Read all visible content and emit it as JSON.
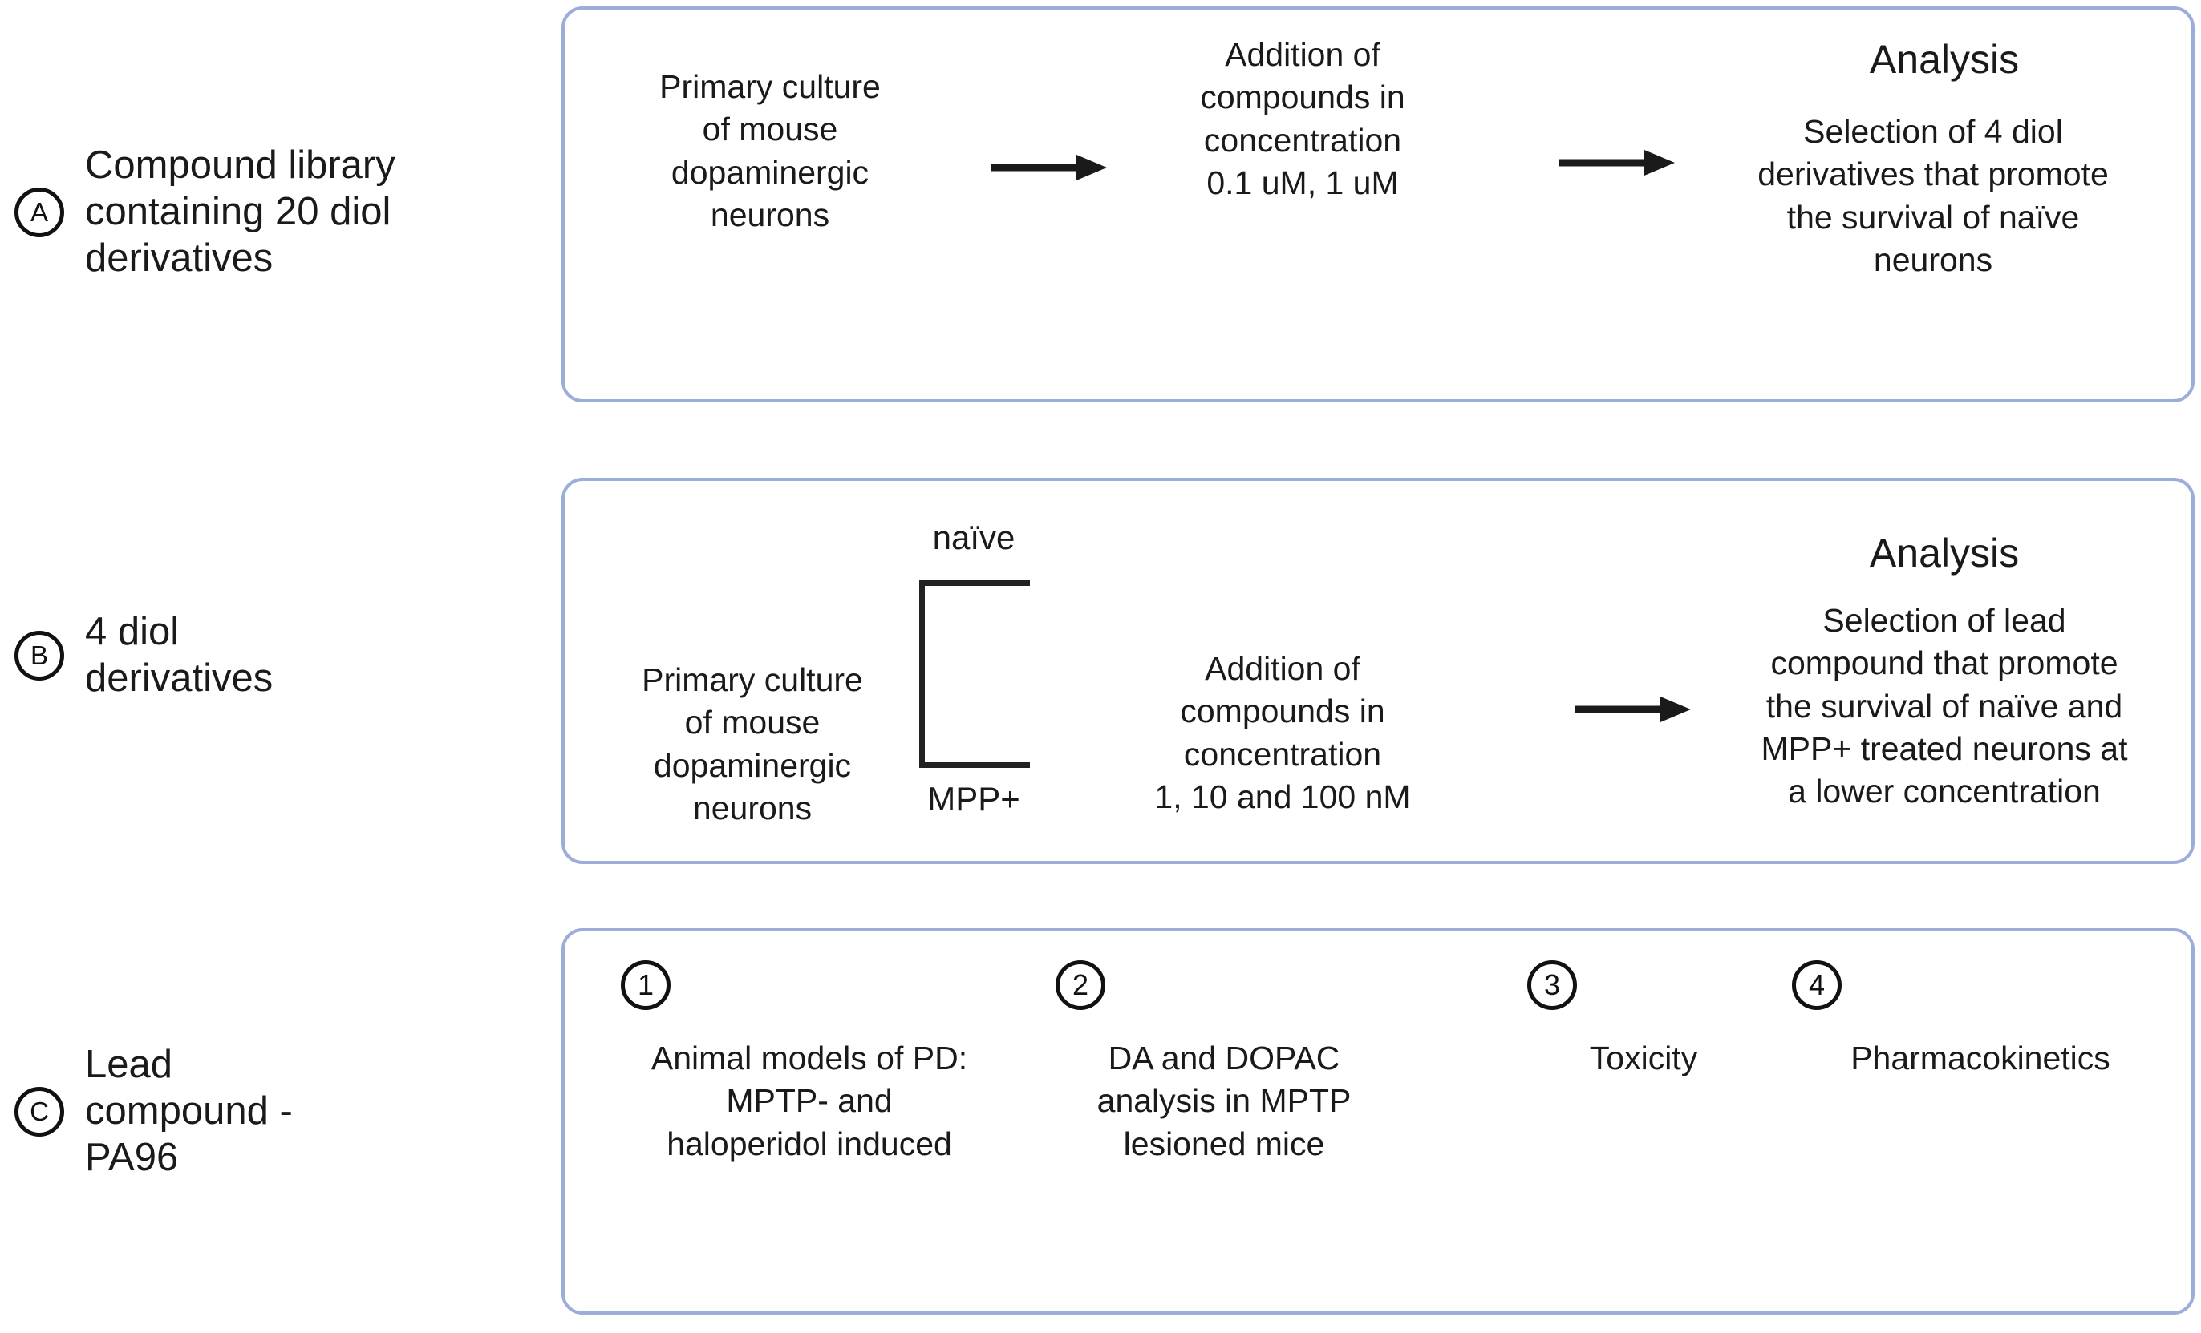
{
  "figure": {
    "border_color": "#9badd9",
    "text_color": "#1a1a1a",
    "arrow_color": "#1a1a1a"
  },
  "rows": [
    {
      "badge": "A",
      "label": "Compound library\ncontaining 20 diol\nderivatives",
      "steps": [
        {
          "text": "Primary culture\nof mouse\ndopaminergic\nneurons"
        },
        {
          "text": "Addition of\ncompounds in\nconcentration\n0.1 uM, 1 uM"
        }
      ],
      "analysis": {
        "heading": "Analysis",
        "body": "Selection of 4 diol\nderivatives that promote\nthe survival of naïve\nneurons"
      },
      "arrows": [
        {
          "name": "arrow-a-1"
        },
        {
          "name": "arrow-a-2"
        }
      ]
    },
    {
      "badge": "B",
      "label": "4 diol\nderivatives",
      "steps": [
        {
          "text": "Primary culture\nof mouse\ndopaminergic\nneurons"
        },
        {
          "text": "Addition of\ncompounds in\nconcentration\n1, 10 and 100 nM"
        }
      ],
      "bracket": {
        "top_label": "naïve",
        "bottom_label": "MPP+"
      },
      "analysis": {
        "heading": "Analysis",
        "body": "Selection of lead\ncompound that promote\nthe survival of naïve and\nMPP+ treated neurons at\na lower concentration"
      },
      "arrows": [
        {
          "name": "arrow-b-1"
        }
      ]
    },
    {
      "badge": "C",
      "label": "Lead\ncompound -\nPA96",
      "numbered_steps": [
        {
          "number": "1",
          "text": "Animal models of PD:\nMPTP- and\nhaloperidol induced"
        },
        {
          "number": "2",
          "text": "DA and DOPAC\nanalysis in MPTP\nlesioned mice"
        },
        {
          "number": "3",
          "text": "Toxicity"
        },
        {
          "number": "4",
          "text": "Pharmacokinetics"
        }
      ]
    }
  ]
}
